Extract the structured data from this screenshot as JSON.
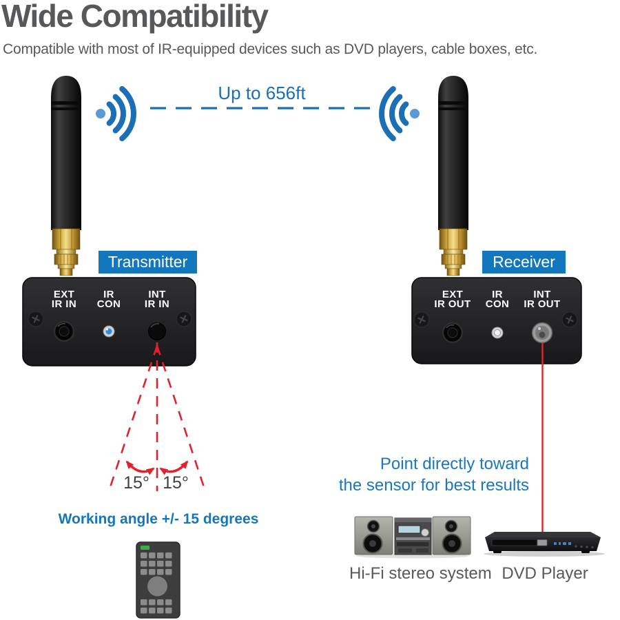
{
  "header": {
    "title": "Wide Compatibility",
    "subtitle": "Compatible with most of IR-equipped devices such as DVD players, cable boxes, etc."
  },
  "wireless_link": {
    "distance_label": "Up to 656ft"
  },
  "transmitter": {
    "label": "Transmitter",
    "ports": [
      {
        "line1": "EXT",
        "line2": "IR IN"
      },
      {
        "line1": "IR",
        "line2": "CON"
      },
      {
        "line1": "INT",
        "line2": "IR IN"
      }
    ]
  },
  "receiver": {
    "label": "Receiver",
    "ports": [
      {
        "line1": "EXT",
        "line2": "IR OUT"
      },
      {
        "line1": "IR",
        "line2": "CON"
      },
      {
        "line1": "INT",
        "line2": "IR OUT"
      }
    ]
  },
  "working_angle": {
    "left_label": "15°",
    "right_label": "15°",
    "caption": "Working angle +/- 15 degrees"
  },
  "pointing_note": {
    "line1": "Point directly toward",
    "line2": "the sensor for best results"
  },
  "connected_devices": {
    "hifi_label": "Hi-Fi stereo system",
    "dvd_label": "DVD Player"
  },
  "icons": {
    "wifi_left": "wifi-waves-radiating-right",
    "wifi_right": "wifi-waves-radiating-left"
  },
  "colors": {
    "accent_blue": "#1377bd",
    "signal_blue": "#1b6fb5",
    "signal_dot_blue": "#5b9bd5",
    "alert_red": "#e4202b",
    "title_gray": "#57585a",
    "body_gray": "#595959"
  }
}
